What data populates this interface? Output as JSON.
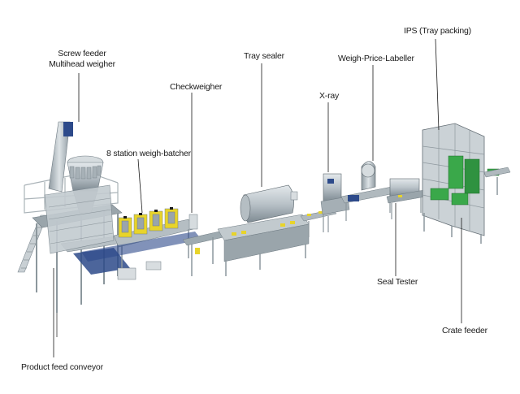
{
  "diagram": {
    "labels": {
      "screw_feeder": "Screw feeder",
      "multihead_weigher": "Multihead weigher",
      "eight_station": "8 station weigh-batcher",
      "checkweigher": "Checkweigher",
      "tray_sealer": "Tray sealer",
      "xray": "X-ray",
      "weigh_price": "Weigh-Price-Labeller",
      "ips": "IPS (Tray packing)",
      "seal_tester": "Seal Tester",
      "crate_feeder": "Crate feeder",
      "product_feed": "Product feed conveyor"
    },
    "colors": {
      "steel": "#b9c2c8",
      "steel_dark": "#6f7b83",
      "frame": "#d8dde0",
      "blue_panel": "#2d4a8a",
      "yellow": "#e8d42a",
      "green": "#3aa84a",
      "line": "#1a1a1a"
    }
  }
}
